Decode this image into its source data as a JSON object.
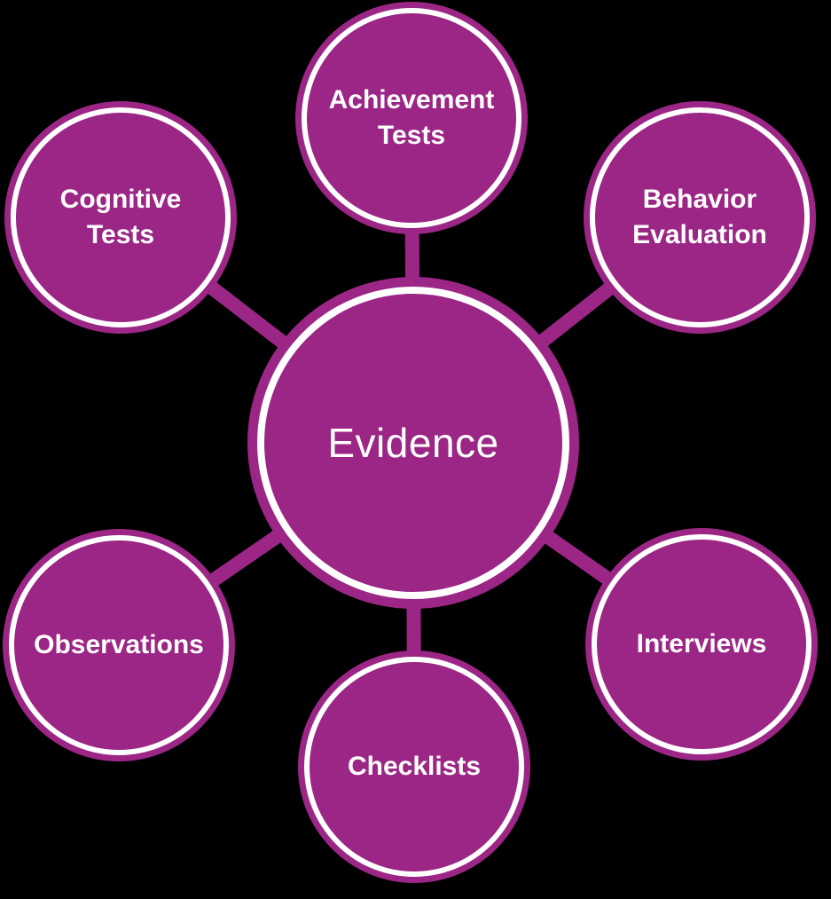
{
  "background": "#000000",
  "colors": {
    "node_fill": "#9B2685",
    "ring": "#FFFFFF",
    "connector": "#9B2685",
    "label_text": "#FFFFFF"
  },
  "diagram": {
    "type": "radial-hub-spoke",
    "center": {
      "id": "evidence",
      "label": "Evidence"
    },
    "satellites": [
      {
        "id": "achievement-tests",
        "label": "Achievement Tests",
        "lines": [
          "Achievement",
          "Tests"
        ]
      },
      {
        "id": "behavior-evaluation",
        "label": "Behavior Evaluation",
        "lines": [
          "Behavior",
          "Evaluation"
        ]
      },
      {
        "id": "interviews",
        "label": "Interviews",
        "lines": [
          "Interviews"
        ]
      },
      {
        "id": "checklists",
        "label": "Checklists",
        "lines": [
          "Checklists"
        ]
      },
      {
        "id": "observations",
        "label": "Observations",
        "lines": [
          "Observations"
        ]
      },
      {
        "id": "cognitive-tests",
        "label": "Cognitive Tests",
        "lines": [
          "Cognitive",
          "Tests"
        ]
      }
    ],
    "edges": [
      {
        "from": "Evidence",
        "to": "Achievement Tests"
      },
      {
        "from": "Evidence",
        "to": "Behavior Evaluation"
      },
      {
        "from": "Evidence",
        "to": "Interviews"
      },
      {
        "from": "Evidence",
        "to": "Checklists"
      },
      {
        "from": "Evidence",
        "to": "Observations"
      },
      {
        "from": "Evidence",
        "to": "Cognitive Tests"
      }
    ]
  }
}
